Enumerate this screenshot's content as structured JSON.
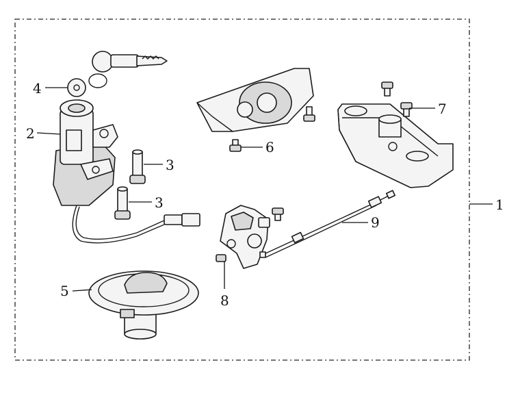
{
  "callouts": {
    "c1": "1",
    "c2": "2",
    "c3a": "3",
    "c3b": "3",
    "c4": "4",
    "c5": "5",
    "c6": "6",
    "c7": "7",
    "c8": "8",
    "c9": "9"
  },
  "colors": {
    "ink": "#1a1a1a",
    "fill": "#f4f4f4",
    "shade": "#d9d9d9"
  }
}
